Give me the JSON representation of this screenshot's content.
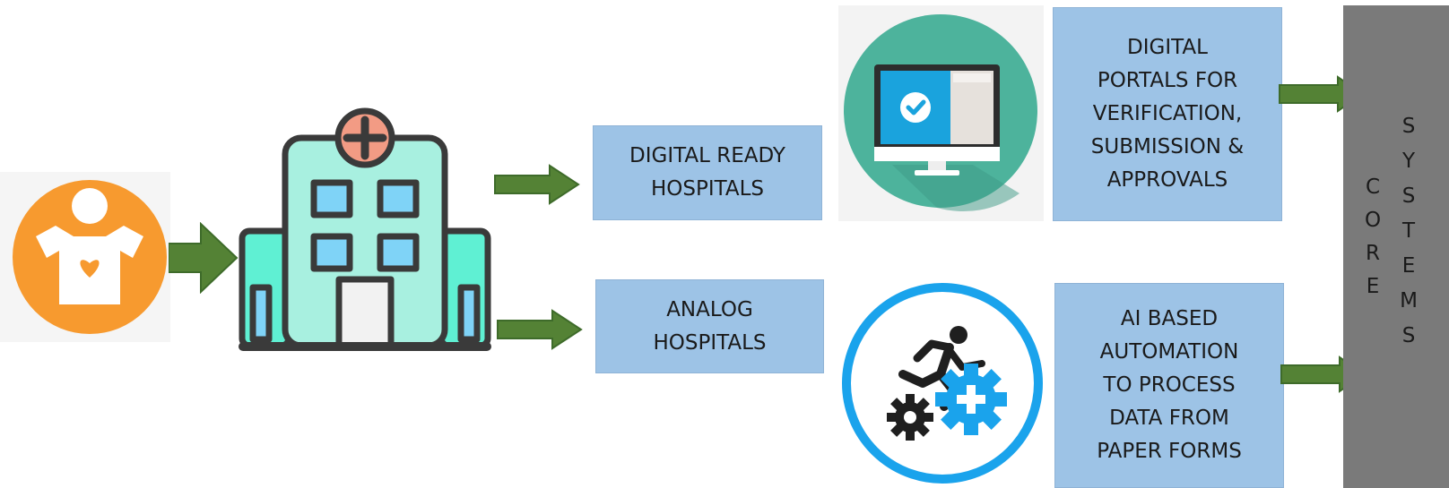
{
  "boxes": {
    "digital_ready": [
      "DIGITAL READY",
      "HOSPITALS"
    ],
    "analog": [
      "ANALOG",
      "HOSPITALS"
    ],
    "portals": [
      "DIGITAL",
      "PORTALS FOR",
      "VERIFICATION,",
      "SUBMISSION &",
      "APPROVALS"
    ],
    "ai": [
      "AI BASED",
      "AUTOMATION",
      "TO PROCESS",
      "DATA FROM",
      "PAPER FORMS"
    ]
  },
  "core": {
    "word1": [
      "C",
      "O",
      "R",
      "E"
    ],
    "word2": [
      "S",
      "Y",
      "S",
      "T",
      "E",
      "M",
      "S"
    ]
  },
  "colors": {
    "arrow": "#548235",
    "box": "#9dc3e6",
    "core": "#7a7a7a",
    "patient": "#f79a2f",
    "hospital": "#a8f0e0",
    "monitor_circle": "#4db39c",
    "gear_ring": "#1aa3ec"
  },
  "icons": [
    "patient-icon",
    "hospital-icon",
    "monitor-check-icon",
    "runner-gears-icon"
  ]
}
